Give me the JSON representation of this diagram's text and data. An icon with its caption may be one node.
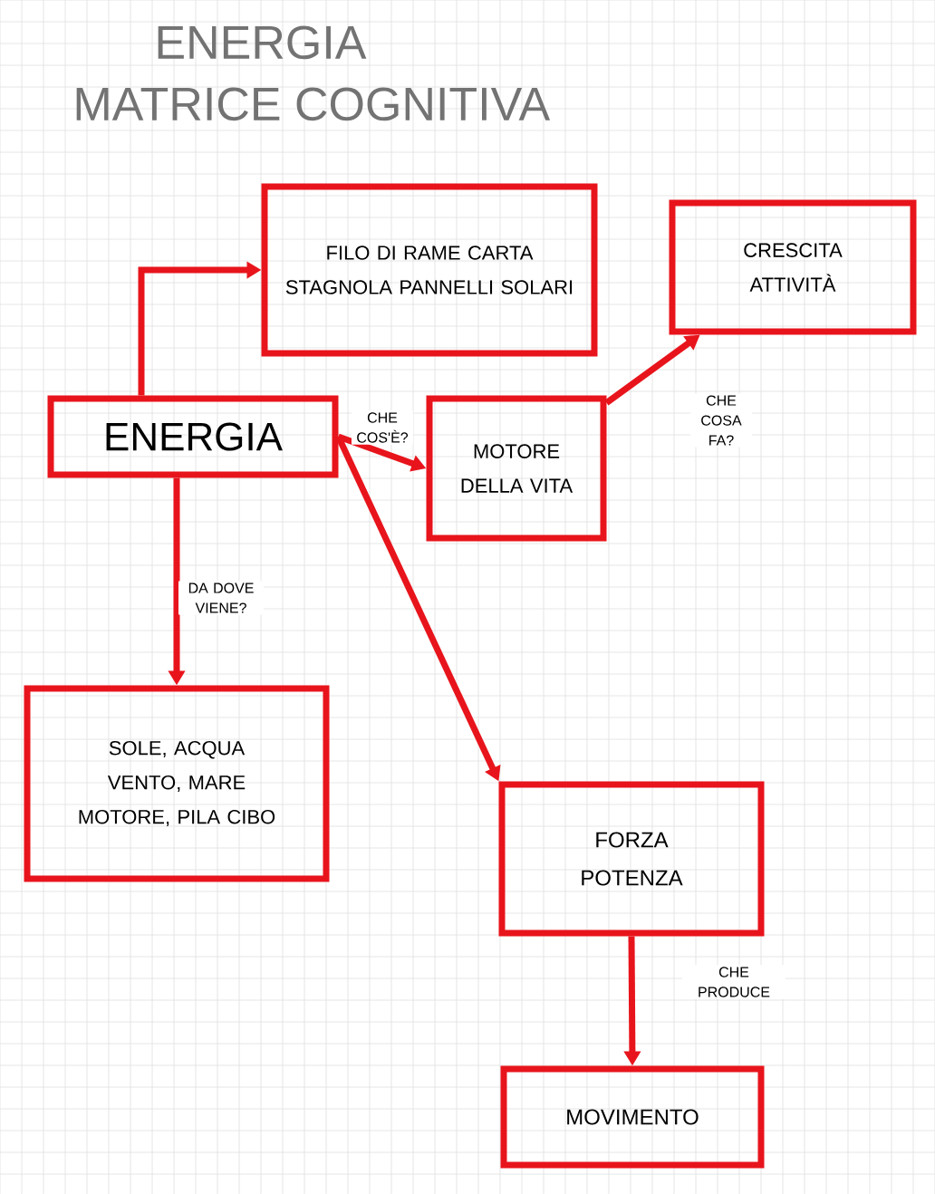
{
  "diagram": {
    "title": "ENERGIA MATRICE COGNITIVA",
    "nodes": [
      {
        "text": [
          "ENERGIA"
        ]
      },
      {
        "text": [
          "FILO DI RAME CARTA STAGNOLA PANNELLI SOLARI"
        ]
      },
      {
        "text": [
          "MOTORE DELLA VITA"
        ]
      },
      {
        "text": [
          "CRESCITA ATTIVITÀ"
        ]
      },
      {
        "text": [
          "SOLE, ACQUA VENTO, MARE MOTORE, PILA CIBO"
        ]
      },
      {
        "text": [
          "FORZA POTENZA"
        ]
      },
      {
        "text": [
          "MOVIMENTO"
        ]
      }
    ],
    "edges": [
      {
        "from": 0,
        "to": 1,
        "arrow": "to"
      },
      {
        "from": 0,
        "to": 2,
        "arrow": "to",
        "label": "CHE COS'È?"
      },
      {
        "from": 2,
        "to": 3,
        "arrow": "to",
        "label": "CHE COSA FA?"
      },
      {
        "from": 0,
        "to": 4,
        "arrow": "to",
        "label": "DA DOVE VIENE?"
      },
      {
        "from": 0,
        "to": 5,
        "arrow": "to"
      },
      {
        "from": 5,
        "to": 6,
        "arrow": "to",
        "label": "CHE PRODUCE"
      }
    ]
  }
}
